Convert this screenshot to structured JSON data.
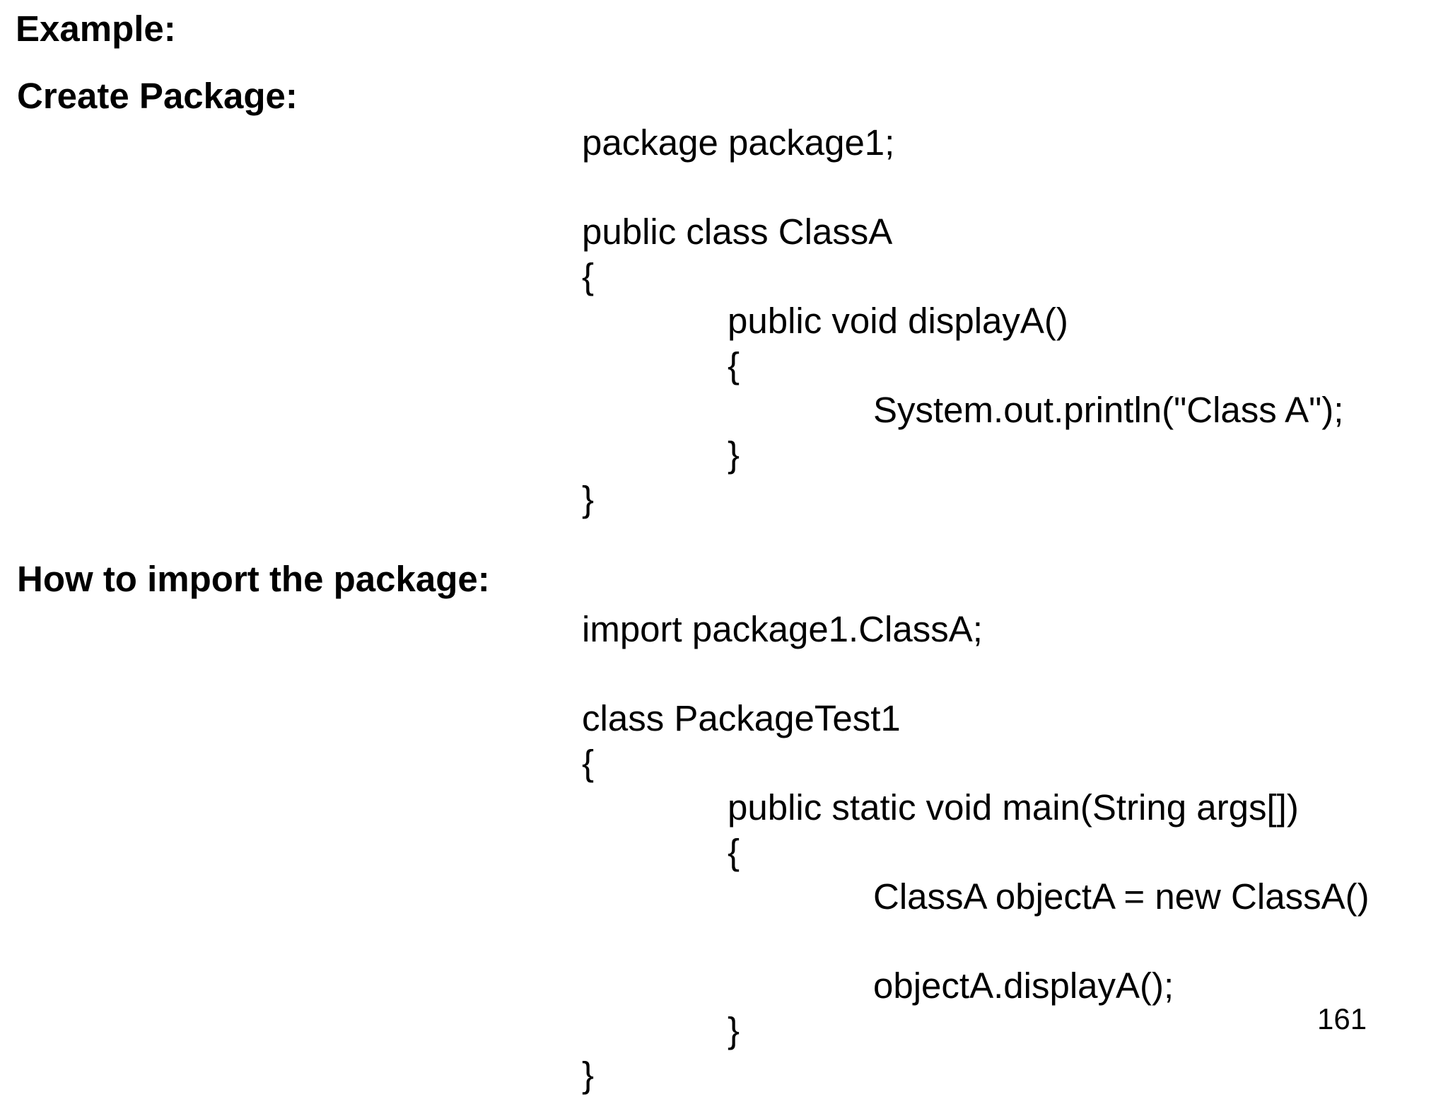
{
  "headings": {
    "example": "Example:",
    "create_package": "Create Package:",
    "how_to_import": "How to import the package:"
  },
  "code_blocks": [
    {
      "name": "create-package",
      "lines": [
        {
          "indent": 0,
          "text": "package package1;"
        },
        {
          "indent": 0,
          "text": ""
        },
        {
          "indent": 0,
          "text": "public class ClassA"
        },
        {
          "indent": 0,
          "text": "{"
        },
        {
          "indent": 1,
          "text": "public void displayA()"
        },
        {
          "indent": 1,
          "text": "{"
        },
        {
          "indent": 2,
          "text": "System.out.println(\"Class A\");"
        },
        {
          "indent": 1,
          "text": "}"
        },
        {
          "indent": 0,
          "text": "}"
        }
      ]
    },
    {
      "name": "import-package",
      "lines": [
        {
          "indent": 0,
          "text": "import package1.ClassA;"
        },
        {
          "indent": 0,
          "text": ""
        },
        {
          "indent": 0,
          "text": "class PackageTest1"
        },
        {
          "indent": 0,
          "text": "{"
        },
        {
          "indent": 1,
          "text": "public static void main(String args[])"
        },
        {
          "indent": 1,
          "text": "{"
        },
        {
          "indent": 2,
          "text": "ClassA objectA = new ClassA()"
        },
        {
          "indent": 2,
          "text": ""
        },
        {
          "indent": 2,
          "text": "objectA.displayA();"
        },
        {
          "indent": 1,
          "text": "}"
        },
        {
          "indent": 0,
          "text": "}"
        }
      ]
    }
  ],
  "page": {
    "number": "161"
  },
  "colors": {
    "background": "#ffffff",
    "text": "#000000"
  }
}
